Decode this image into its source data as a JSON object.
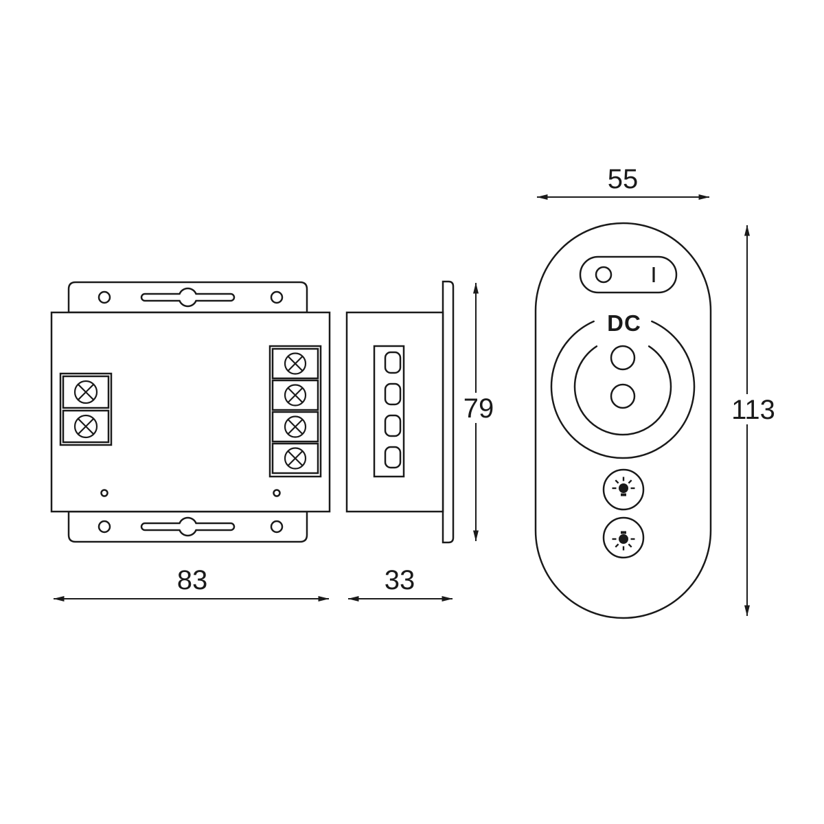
{
  "dimensions": {
    "controller_width": "83",
    "controller_depth": "33",
    "controller_height": "79",
    "remote_width": "55",
    "remote_height": "113"
  },
  "remote": {
    "dc_label": "DC",
    "icons": {
      "power_off": "O-circle",
      "power_on": "I-bar",
      "brightness_high": "bulb-rays-up",
      "brightness_low": "bulb-rays-down"
    }
  },
  "controller": {
    "icons": {
      "screw_terminal": "circle-with-x-cross",
      "mounting_hole": "circle",
      "mounting_slot": "keyhole-slot"
    }
  },
  "colors": {
    "line": "#1a1a1a",
    "background": "#ffffff"
  }
}
